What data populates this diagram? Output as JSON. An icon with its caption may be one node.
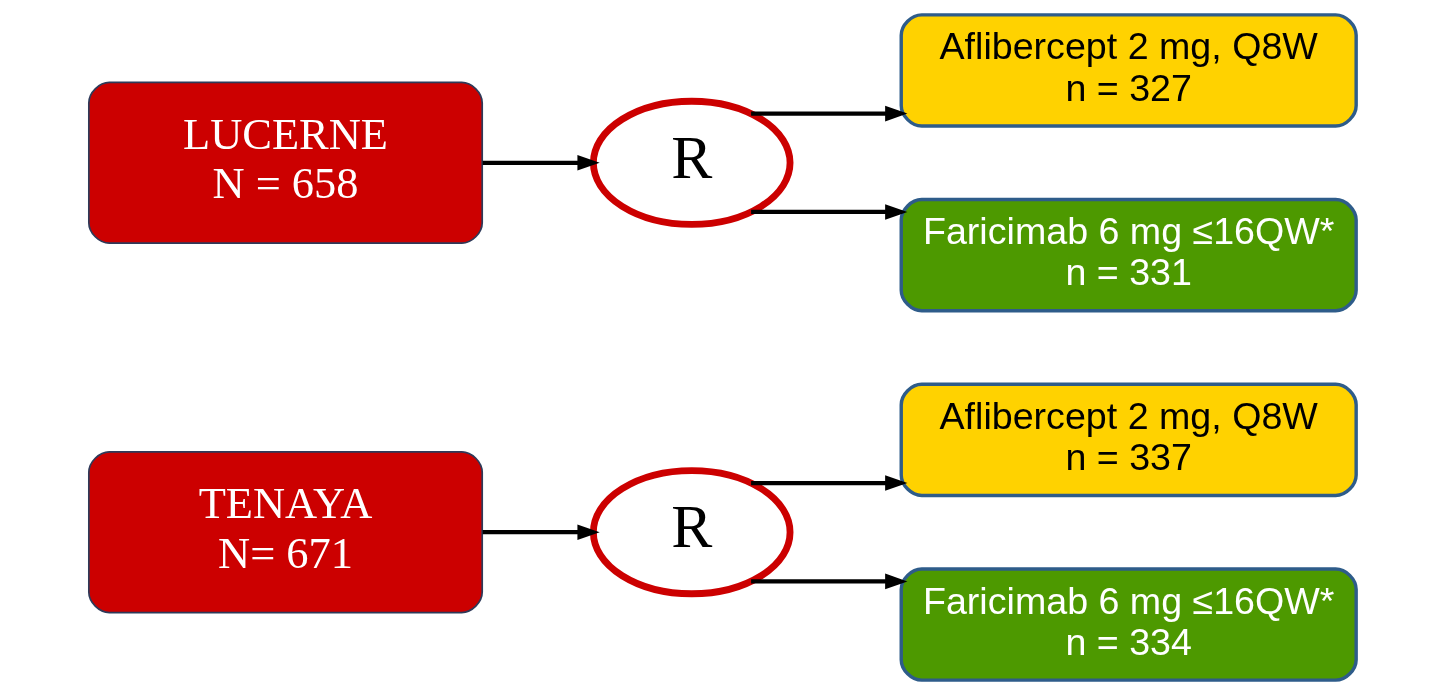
{
  "diagram": {
    "nodes": [
      {
        "text": [
          "TENAYA",
          "N= 671"
        ]
      },
      {
        "text": [
          "R"
        ]
      },
      {
        "text": [
          "Aflibercept 2 mg, Q8W",
          "n = 337"
        ]
      },
      {
        "text": [
          "Faricimab 6 mg ≤16QW*",
          "n = 334"
        ]
      },
      {
        "text": [
          "LUCERNE",
          "N = 658"
        ]
      },
      {
        "text": [
          "R"
        ]
      },
      {
        "text": [
          "Aflibercept 2 mg, Q8W",
          "n = 327"
        ]
      },
      {
        "text": [
          "Faricimab 6 mg ≤16QW*",
          "n = 331"
        ]
      }
    ],
    "edges": [
      {
        "from": 0,
        "to": 1,
        "arrow": "to"
      },
      {
        "from": 1,
        "to": 2,
        "arrow": "to"
      },
      {
        "from": 1,
        "to": 3,
        "arrow": "to"
      },
      {
        "from": 4,
        "to": 5,
        "arrow": "to"
      },
      {
        "from": 5,
        "to": 6,
        "arrow": "to"
      },
      {
        "from": 5,
        "to": 7,
        "arrow": "to"
      }
    ]
  }
}
